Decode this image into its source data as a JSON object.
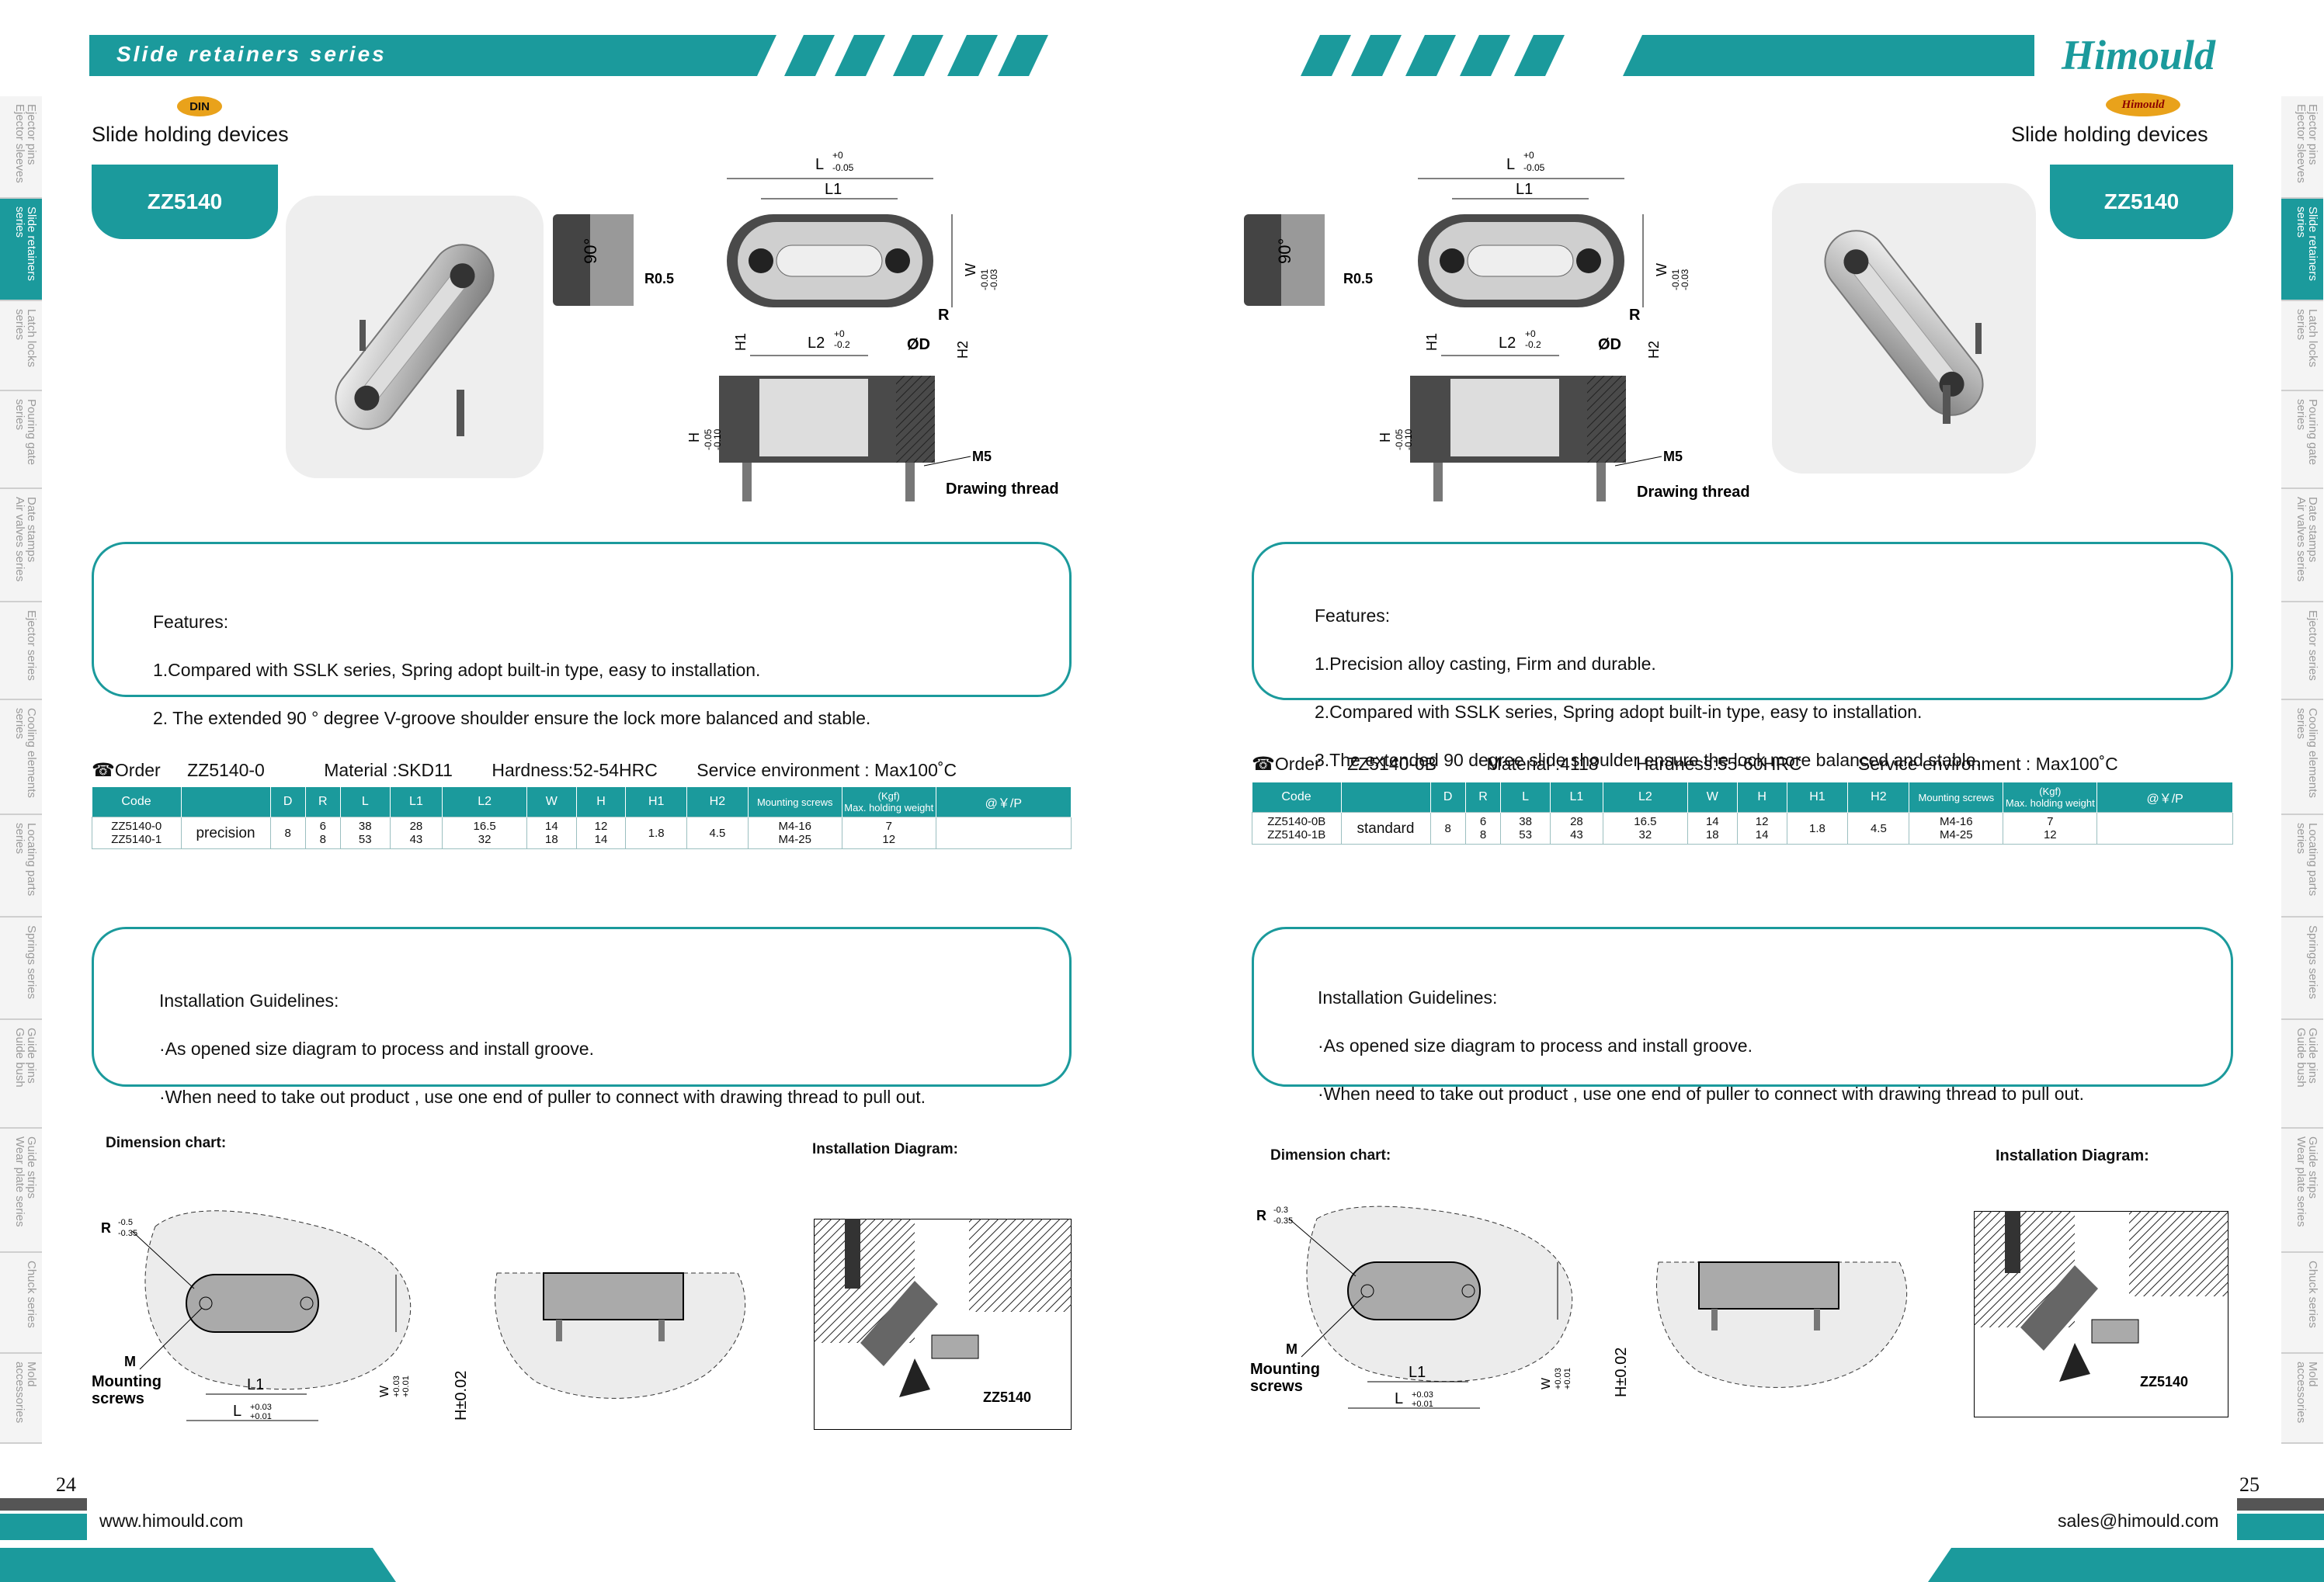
{
  "header": {
    "series_title": "Slide retainers series",
    "logo": "Himould"
  },
  "sidetabs_left": [
    "Ejector pins\nEjector sleeves",
    "Slide retainers\nseries",
    "Latch locks\nseries",
    "Pouring gate\nseries",
    "Date stamps\nAir valves series",
    "Ejector series",
    "Cooling elements\nseries",
    "Locating parts\nseries",
    "Springs series",
    "Guide pins\nGuide bush",
    "Guide strips\nWear plate series",
    "Chuck series",
    "Mold\naccessories"
  ],
  "left": {
    "badge": "DIN",
    "subtitle": "Slide holding devices",
    "product_code": "ZZ5140",
    "features_title": "Features:",
    "features": [
      "1.Compared with SSLK series, Spring adopt built-in type, easy to installation.",
      "2. The extended 90 ° degree V-groove shoulder ensure the lock more balanced and stable."
    ],
    "order": {
      "label": "Order",
      "code": "ZZ5140-0",
      "material": "Material :SKD11",
      "hardness": "Hardness:52-54HRC",
      "env": "Service environment : Max100˚C"
    },
    "table": {
      "headers": [
        "Code",
        "",
        "D",
        "R",
        "L",
        "L1",
        "L2",
        "W",
        "H",
        "H1",
        "H2",
        "Mounting screws",
        "(Kgf)\nMax. holding weight",
        "@￥/P"
      ],
      "codes": "ZZ5140-0\nZZ5140-1",
      "type": "precision",
      "D": "8",
      "R": "6\n8",
      "L": "38\n53",
      "L1": "28\n43",
      "L2": "16.5\n32",
      "W": "14\n18",
      "H": "12\n14",
      "H1": "1.8",
      "H2": "4.5",
      "screws": "M4-16\nM4-25",
      "weight": "7\n12",
      "price": ""
    },
    "install_title": "Installation Guidelines:",
    "install": [
      "·As opened size diagram to process and install groove.",
      "·When need to take out product , use one end of puller to connect with drawing thread to pull out."
    ],
    "dimension_chart": "Dimension chart:",
    "installation_diagram": "Installation Diagram:",
    "drawing_thread": "Drawing thread",
    "page": "24",
    "footer": "www.himould.com"
  },
  "right": {
    "badge": "Himould",
    "subtitle": "Slide holding devices",
    "product_code": "ZZ5140",
    "features_title": "Features:",
    "features": [
      "1.Precision alloy casting, Firm and durable.",
      "2.Compared with SSLK series, Spring adopt built-in type, easy to installation.",
      "3.The extended 90 degree slide shoulder ensure the lock more balanced and stable."
    ],
    "order": {
      "label": "Order",
      "code": "ZZ5140-0B",
      "material": "Material :4118",
      "hardness": "Hardness:55-60HRC",
      "env": "Service environment : Max100˚C"
    },
    "table": {
      "headers": [
        "Code",
        "",
        "D",
        "R",
        "L",
        "L1",
        "L2",
        "W",
        "H",
        "H1",
        "H2",
        "Mounting screws",
        "(Kgf)\nMax. holding weight",
        "@￥/P"
      ],
      "codes": "ZZ5140-0B\nZZ5140-1B",
      "type": "standard",
      "D": "8",
      "R": "6\n8",
      "L": "38\n53",
      "L1": "28\n43",
      "L2": "16.5\n32",
      "W": "14\n18",
      "H": "12\n14",
      "H1": "1.8",
      "H2": "4.5",
      "screws": "M4-16\nM4-25",
      "weight": "7\n12",
      "price": ""
    },
    "install_title": "Installation Guidelines:",
    "install": [
      "·As opened size diagram to process and install groove.",
      "·When need to take out product , use one end of puller to connect with drawing thread to pull out."
    ],
    "dimension_chart": "Dimension chart:",
    "installation_diagram": "Installation Diagram:",
    "drawing_thread": "Drawing thread",
    "page": "25",
    "footer": "sales@himould.com"
  },
  "drawing_labels": {
    "L": "L",
    "L_tol_top": "+0",
    "L_tol_bot": "-0.05",
    "L1": "L1",
    "L2": "L2",
    "L2_tol_top": "+0",
    "L2_tol_bot": "-0.2",
    "W": "W",
    "W_tol_top": "-0.01",
    "W_tol_bot": "-0.03",
    "R": "R",
    "R05": "R0.5",
    "angle": "90°",
    "OD": "ØD",
    "H1": "H1",
    "H2": "H2",
    "H": "H",
    "H_tol_top": "-0.05",
    "H_tol_bot": "-0.10",
    "M5": "M5",
    "dim_R": "R",
    "dim_R_tol_left_top": "-0.5",
    "dim_R_tol_left_bot": "-0.35",
    "dim_R_tol_right_top": "-0.3",
    "dim_R_tol_right_bot": "-0.35",
    "dim_M": "M",
    "mounting": "Mounting\nscrews",
    "dim_L1": "L1",
    "dim_L": "L",
    "dim_L_tol_top": "+0.03",
    "dim_L_tol_bot": "+0.01",
    "dim_W": "W",
    "dim_W_tol_top": "+0.03",
    "dim_W_tol_bot": "+0.01",
    "dim_H": "H±0.02",
    "zz": "ZZ5140"
  }
}
